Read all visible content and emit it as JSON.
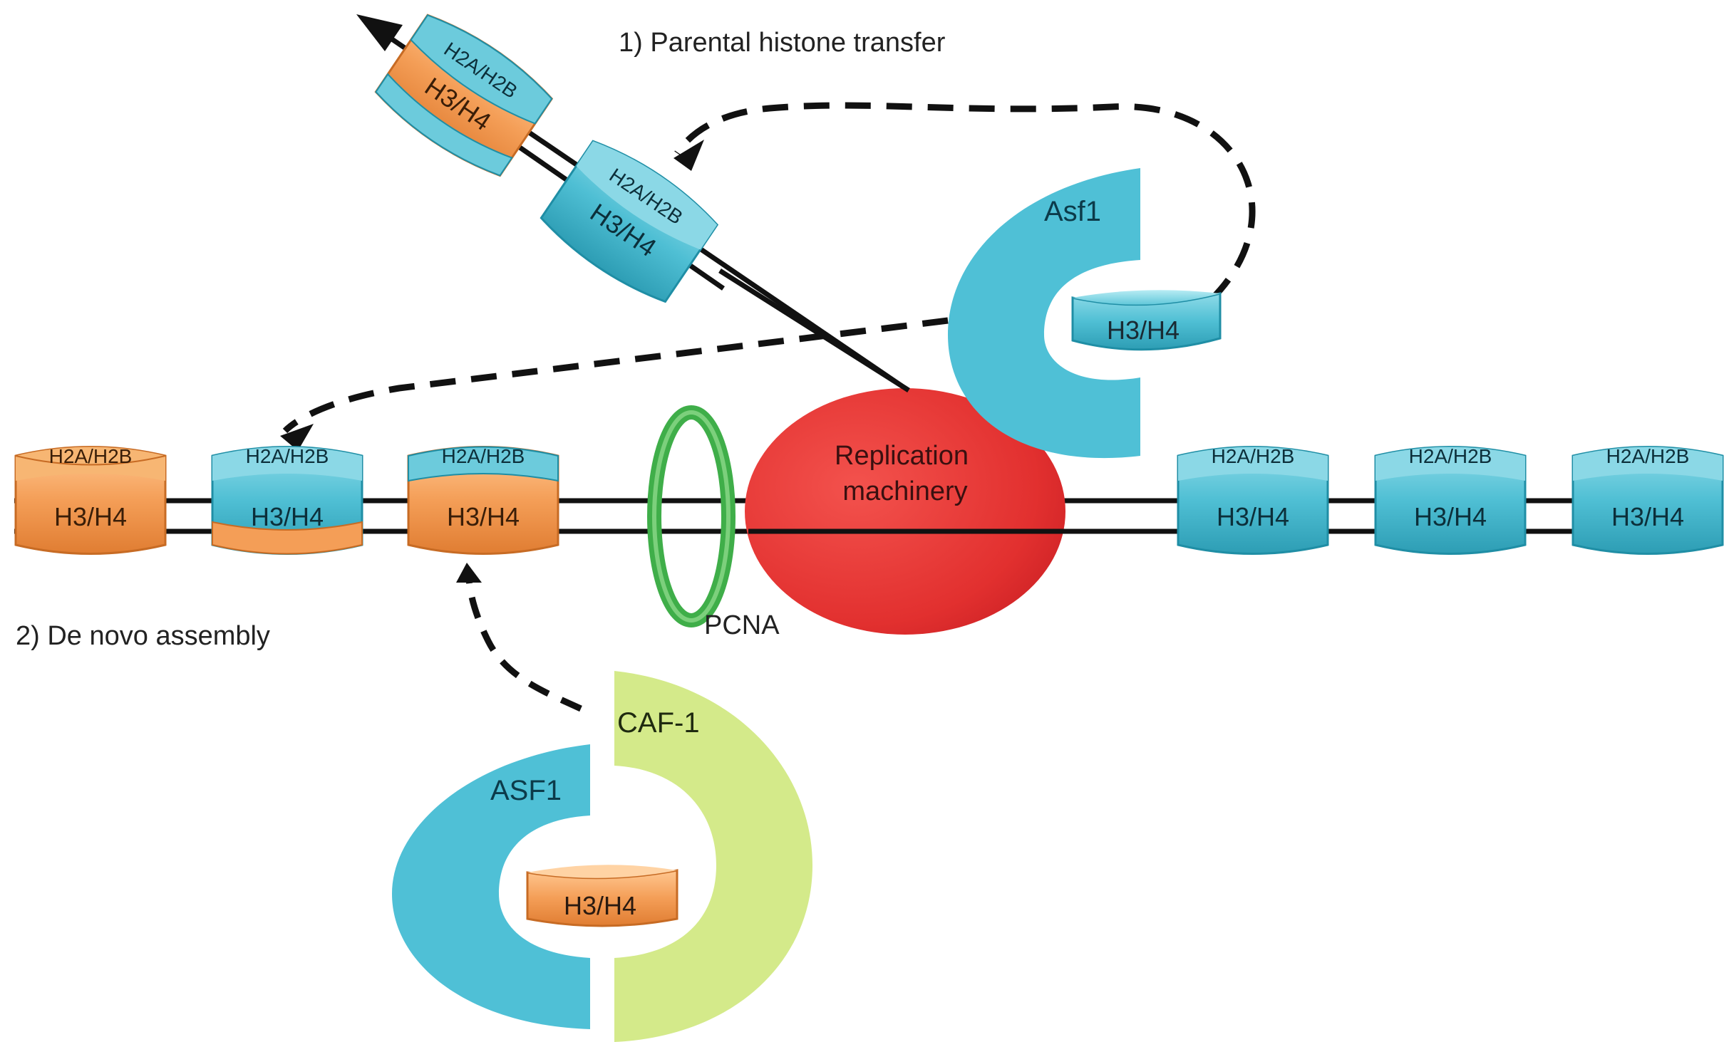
{
  "labels": {
    "step1": "1) Parental histone transfer",
    "step2": "2) De novo assembly",
    "pcna": "PCNA",
    "replication_line1": "Replication",
    "replication_line2": "machinery",
    "asf1_top": "Asf1",
    "asf1_bottom": "ASF1",
    "caf1": "CAF-1",
    "h2a_h2b": "H2A/H2B",
    "h3_h4": "H3/H4"
  },
  "colors": {
    "parental_cyan": "#57c5d8",
    "new_orange": "#f4a25c",
    "pcna_green": "#3fae49",
    "replication_red": "#e8343a",
    "caf1_lime": "#d4ea8a",
    "dna_black": "#111111"
  }
}
